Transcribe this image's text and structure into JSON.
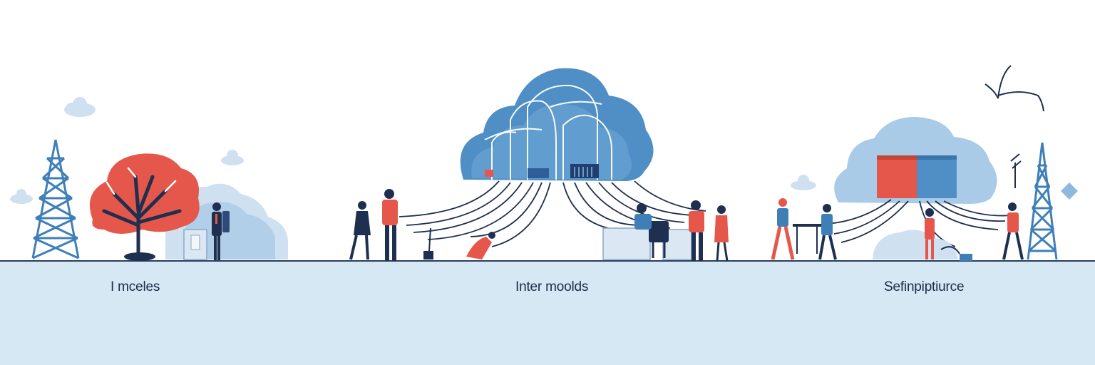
{
  "captions": [
    "I mceles",
    "Inter moolds",
    "Sefinpiptiurce"
  ],
  "colors": {
    "background": "#ffffff",
    "ground": "#d6e8f4",
    "ground_line": "#2c3e5c",
    "cloud_light": "#cfe1f1",
    "cloud_mid": "#8cb9dd",
    "cloud_main": "#4f8fc6",
    "accent_red": "#e5574a",
    "navy": "#1f2f4f",
    "steel_blue": "#3f7fb8"
  },
  "icons": [
    "transmission-tower-icon",
    "tree-icon",
    "cloud-icon",
    "server-block-icon",
    "person-icon",
    "desk-icon",
    "diamond-icon"
  ]
}
